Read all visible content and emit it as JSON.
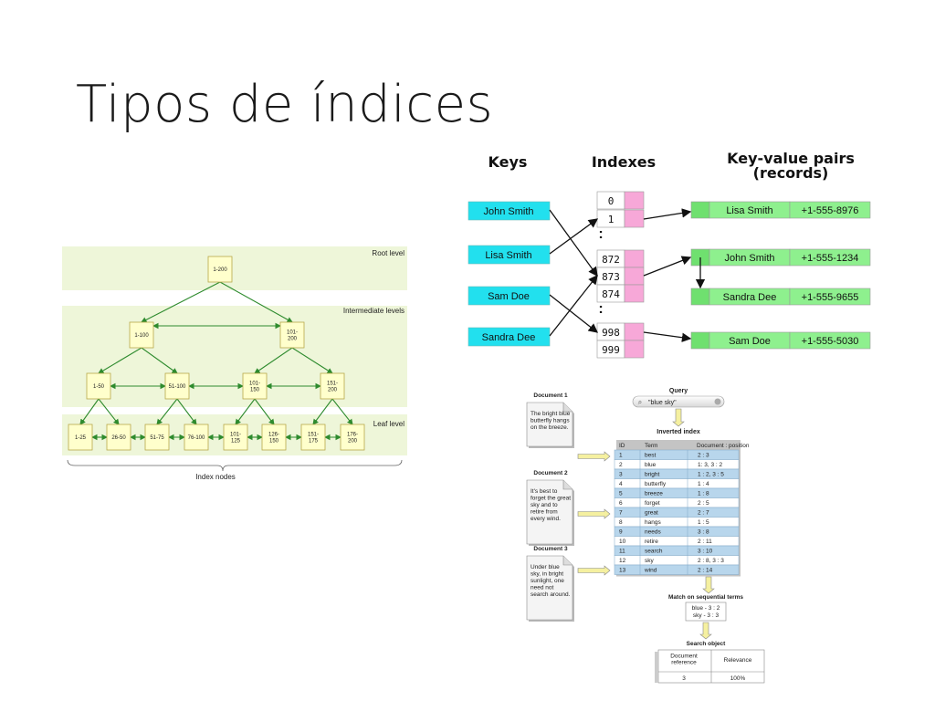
{
  "slide": {
    "title": "Tipos de índices"
  },
  "btree": {
    "levels": {
      "root": "Root level",
      "intermediate": "Intermediate levels",
      "leaf": "Leaf level"
    },
    "root": "1-200",
    "intermediate": [
      "1-100",
      "101-\n200"
    ],
    "inner": [
      "1-50",
      "51-100",
      "101-\n150",
      "151-\n200"
    ],
    "leaves": [
      "1-25",
      "26-50",
      "51-75",
      "76-100",
      "101-\n125",
      "126-\n150",
      "151-\n175",
      "176-\n200"
    ],
    "footer": "Index nodes",
    "colors": {
      "band": "#eef6d9",
      "node_fill": "#ffffcc",
      "node_stroke": "#b8a84a",
      "edge": "#2e8b2e"
    }
  },
  "hash": {
    "headers": {
      "keys": "Keys",
      "indexes": "Indexes",
      "pairs": "Key-value pairs\n(records)"
    },
    "keys": [
      "John Smith",
      "Lisa Smith",
      "Sam Doe",
      "Sandra Dee"
    ],
    "indexes": [
      "0",
      "1",
      ":",
      "872",
      "873",
      "874",
      ":",
      "998",
      "999"
    ],
    "records": [
      {
        "name": "Lisa Smith",
        "phone": "+1-555-8976"
      },
      {
        "name": "John Smith",
        "phone": "+1-555-1234"
      },
      {
        "name": "Sandra Dee",
        "phone": "+1-555-9655"
      },
      {
        "name": "Sam Doe",
        "phone": "+1-555-5030"
      }
    ],
    "colors": {
      "key": "#22e0ee",
      "slot": "#ffffff",
      "slot_ptr": "#f7a8d8",
      "record": "#8ef08e",
      "record_flag": "#6fe06f"
    }
  },
  "inverted": {
    "query_label": "Query",
    "query_value": "\"blue sky\"",
    "index_title": "Inverted index",
    "columns": [
      "ID",
      "Term",
      "Document : position"
    ],
    "rows": [
      [
        "1",
        "best",
        "2 : 3"
      ],
      [
        "2",
        "blue",
        "1: 3, 3 : 2"
      ],
      [
        "3",
        "bright",
        "1 : 2, 3 : 5"
      ],
      [
        "4",
        "butterfly",
        "1 : 4"
      ],
      [
        "5",
        "breeze",
        "1 : 8"
      ],
      [
        "6",
        "forget",
        "2 : 5"
      ],
      [
        "7",
        "great",
        "2 : 7"
      ],
      [
        "8",
        "hangs",
        "1 : 5"
      ],
      [
        "9",
        "needs",
        "3 : 8"
      ],
      [
        "10",
        "retire",
        "2 : 11"
      ],
      [
        "11",
        "search",
        "3 : 10"
      ],
      [
        "12",
        "sky",
        "2 : 8, 3 : 3"
      ],
      [
        "13",
        "wind",
        "2 : 14"
      ]
    ],
    "documents": [
      {
        "title": "Document 1",
        "text": "The bright blue\nbutterfly hangs\non the breeze."
      },
      {
        "title": "Document 2",
        "text": "It's best to\nforget the great\nsky and to\nretire from\nevery wind."
      },
      {
        "title": "Document 3",
        "text": "Under blue\nsky, in bright\nsunlight, one\nneed not\nsearch around."
      }
    ],
    "match_title": "Match on sequential terms",
    "matches": [
      "blue - 3 : 2",
      "sky - 3 : 3"
    ],
    "search_title": "Search object",
    "result_headers": [
      "Document\nreference",
      "Relevance"
    ],
    "result_row": [
      "3",
      "100%"
    ],
    "colors": {
      "row_blue": "#b8d6ec",
      "row_white": "#ffffff",
      "arrow": "#f5f0a0"
    }
  }
}
